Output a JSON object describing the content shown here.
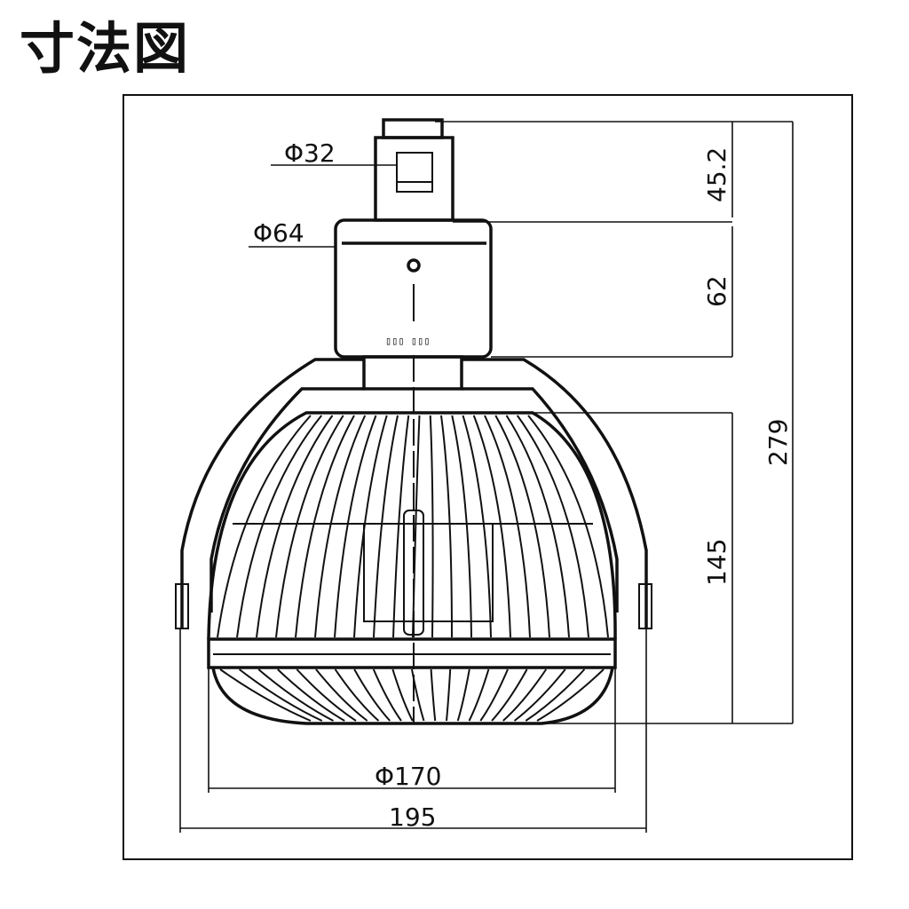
{
  "title": "寸法図",
  "dimensions": {
    "adapter_diameter": "Φ32",
    "adapter_height": "45.2",
    "box_diameter": "Φ64",
    "box_height": "62",
    "total_height": "279",
    "head_height": "145",
    "head_diameter": "Φ170",
    "total_width": "195"
  }
}
